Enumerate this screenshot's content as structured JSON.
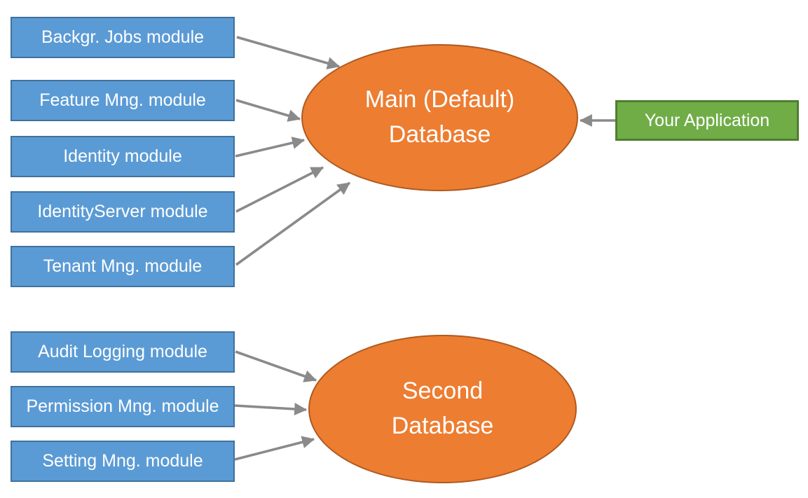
{
  "diagram": {
    "colors": {
      "module_fill": "#5B9BD5",
      "module_border": "#41719C",
      "db_fill": "#ED7D31",
      "db_border": "#AE5A21",
      "app_fill": "#70AD47",
      "app_border": "#507E32",
      "arrow": "#8A8A8A",
      "text": "#FFFFFF"
    },
    "main_group": {
      "modules": [
        {
          "label": "Backgr. Jobs module"
        },
        {
          "label": "Feature Mng. module"
        },
        {
          "label": "Identity module"
        },
        {
          "label": "IdentityServer module"
        },
        {
          "label": "Tenant Mng. module"
        }
      ],
      "database": {
        "line1": "Main (Default)",
        "line2": "Database"
      },
      "application": {
        "label": "Your Application"
      }
    },
    "second_group": {
      "modules": [
        {
          "label": "Audit Logging module"
        },
        {
          "label": "Permission Mng. module"
        },
        {
          "label": "Setting Mng. module"
        }
      ],
      "database": {
        "line1": "Second",
        "line2": "Database"
      }
    }
  }
}
